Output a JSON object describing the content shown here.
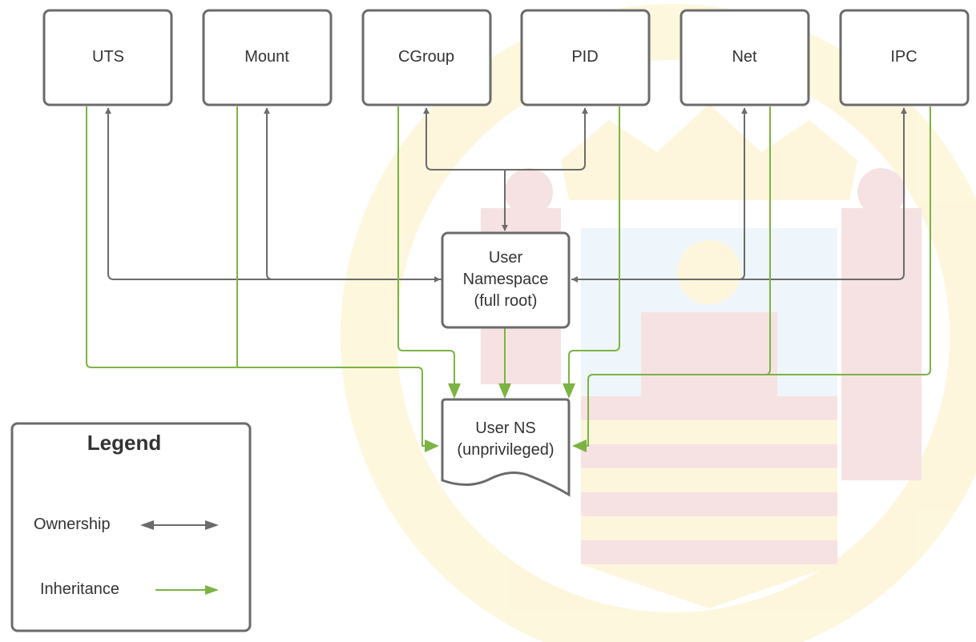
{
  "diagram": {
    "title": "",
    "top_namespaces": [
      {
        "id": "uts",
        "label": "UTS"
      },
      {
        "id": "mount",
        "label": "Mount"
      },
      {
        "id": "cgroup",
        "label": "CGroup"
      },
      {
        "id": "pid",
        "label": "PID"
      },
      {
        "id": "net",
        "label": "Net"
      },
      {
        "id": "ipc",
        "label": "IPC"
      }
    ],
    "user_namespace": {
      "lines": [
        "User",
        "Namespace",
        "(full root)"
      ]
    },
    "user_ns_unprivileged": {
      "lines": [
        "User NS",
        "(unprivileged)"
      ]
    },
    "edges": {
      "ownership": [
        {
          "from": "user_namespace",
          "to": "uts"
        },
        {
          "from": "user_namespace",
          "to": "mount"
        },
        {
          "from": "user_namespace",
          "to": "cgroup"
        },
        {
          "from": "user_namespace",
          "to": "pid"
        },
        {
          "from": "user_namespace",
          "to": "net"
        },
        {
          "from": "user_namespace",
          "to": "ipc"
        }
      ],
      "inheritance": [
        {
          "from": "uts",
          "to": "user_ns_unprivileged"
        },
        {
          "from": "mount",
          "to": "user_ns_unprivileged"
        },
        {
          "from": "cgroup",
          "to": "user_ns_unprivileged"
        },
        {
          "from": "user_namespace",
          "to": "user_ns_unprivileged"
        },
        {
          "from": "pid",
          "to": "user_ns_unprivileged"
        },
        {
          "from": "net",
          "to": "user_ns_unprivileged"
        },
        {
          "from": "ipc",
          "to": "user_ns_unprivileged"
        }
      ]
    },
    "legend": {
      "title": "Legend",
      "items": [
        {
          "label": "Ownership",
          "style": "double-arrow",
          "color": "#6b6b6b"
        },
        {
          "label": "Inheritance",
          "style": "single-arrow",
          "color": "#7cb342"
        }
      ]
    },
    "colors": {
      "ownership": "#6b6b6b",
      "inheritance": "#7cb342",
      "node_border": "#6b6b6b",
      "text": "#333333"
    },
    "watermark": {
      "description": "faint university seal in background"
    }
  }
}
